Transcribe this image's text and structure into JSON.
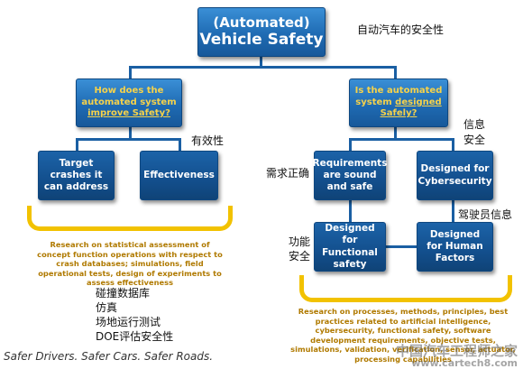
{
  "top": {
    "line1": "(Automated)",
    "line2": "Vehicle Safety",
    "cn": "自动汽车的安全性"
  },
  "left_q": {
    "line1": "How does the",
    "line2": "automated system",
    "line3": "improve Safety?"
  },
  "right_q": {
    "line1": "Is the automated",
    "line2_plain": "system ",
    "line2_u": "designed",
    "line3": "Safely?"
  },
  "boxes": {
    "target": "Target crashes it can address",
    "effectiveness": "Effectiveness",
    "requirements": "Requirements are sound and safe",
    "cyber": "Designed for Cybersecurity",
    "functional": "Designed for Functional safety",
    "human": "Designed for Human Factors"
  },
  "cn_labels": {
    "effectiveness": "有效性",
    "info_security_1": "信息",
    "info_security_2": "安全",
    "req_correct": "需求正确",
    "driver_info": "驾驶员信息",
    "func_safety_1": "功能",
    "func_safety_2": "安全"
  },
  "left_note": "Research on statistical assessment of concept function operations with respect to crash databases; simulations, field operational tests, design of experiments to assess effectiveness",
  "left_cn": [
    "碰撞数据库",
    "仿真",
    "场地运行测试",
    "DOE评估安全性"
  ],
  "right_note": "Research on processes, methods, principles, best practices related to artificial intelligence, cybersecurity, functional safety, software development requirements, objective tests, simulations, validation, verification, sensor, actuator, processing capabilities",
  "footer": "Safer Drivers. Safer Cars. Safer Roads.",
  "watermark": {
    "title": "中国汽车工程师之家",
    "url": "www.cartech8.com"
  },
  "colors": {
    "box_blue": "#1f6bb3",
    "question_yellow": "#f6d24a",
    "bracket_yellow": "#f2c200",
    "note_orange": "#b07a00",
    "line_blue": "#1a5fa3"
  }
}
